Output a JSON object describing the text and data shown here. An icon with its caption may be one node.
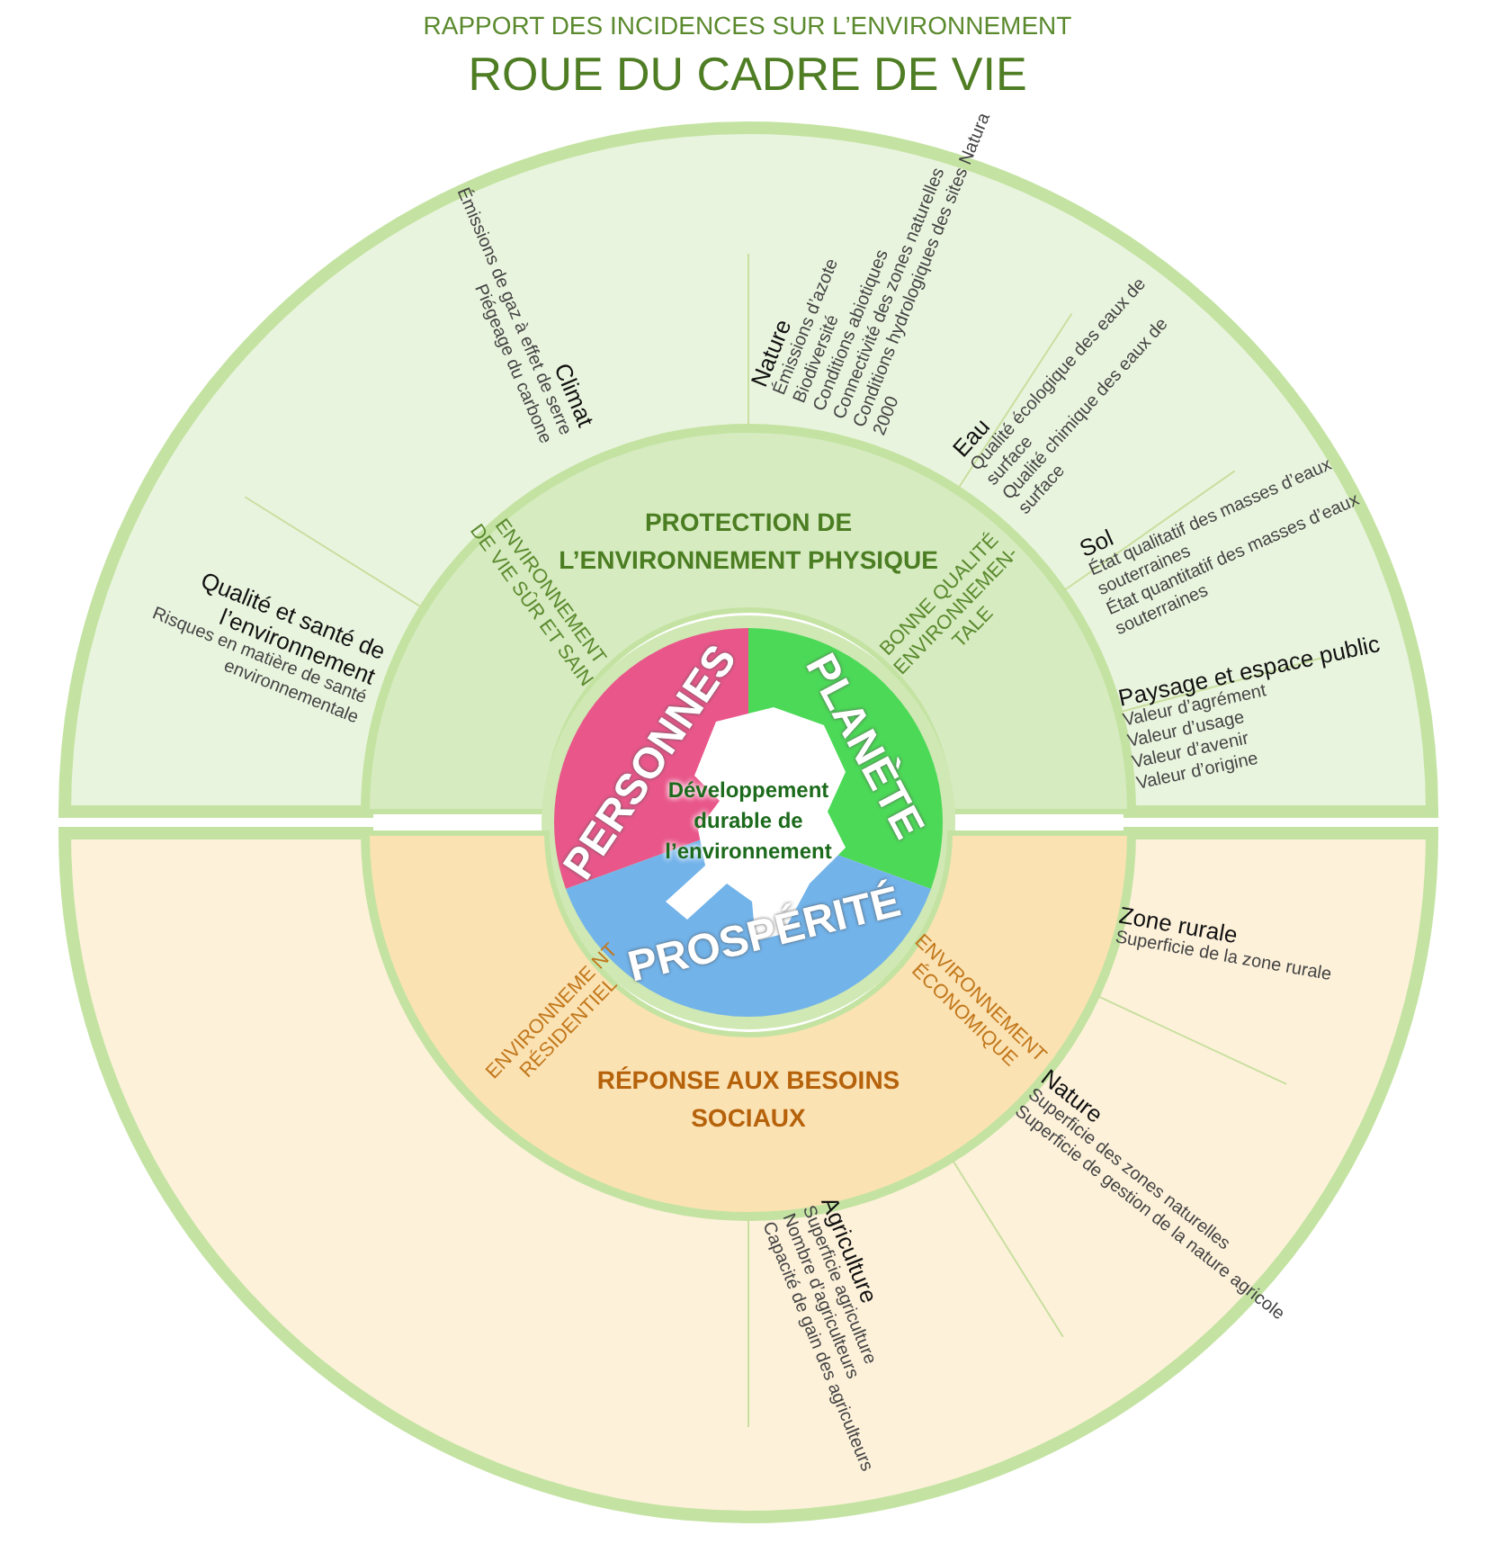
{
  "diagram": {
    "title": "ROUE DU CADRE DE VIE",
    "labels": [
      "RAPPORT DES INCIDENCES SUR L’ENVIRONNEMENT"
    ],
    "nodes": [
      {
        "text": [
          "Climat",
          "Émissions de gaz à effet de serre",
          "Piégeage du carbone"
        ]
      },
      {
        "text": [
          "Nature",
          "Émissions d’azote",
          "Biodiversité",
          "Conditions abiotiques",
          "Connectivité des zones naturelles",
          "Conditions hydrologiques des sites Natura 2000"
        ]
      },
      {
        "text": [
          "Eau",
          "Qualité écologique des eaux de surface",
          "Qualité chimique des eaux de surface"
        ]
      },
      {
        "text": [
          "Sol",
          "État qualitatif des masses d’eaux souterraines",
          "État quantitatif des masses d’eaux souterraines"
        ]
      },
      {
        "text": [
          "Qualité et santé de l’environnement",
          "Risques en matière de santé environnementale"
        ]
      },
      {
        "text": [
          "Paysage et espace public",
          "Valeur d’agrément",
          "Valeur d’usage",
          "Valeur d’avenir",
          "Valeur d’origine"
        ]
      },
      {
        "text": [
          "PROTECTION DE L’ENVIRONNEMENT PHYSIQUE",
          "ENVIRONNEMENT DE VIE SÛR ET SAIN",
          "BONNE QUALITÉ ENVIRONNEMEN-TALE"
        ]
      },
      {
        "text": [
          "PERSONNES",
          "PLANÈTE",
          "PROSPÉRITÉ",
          "Développement durable de l’environnement"
        ]
      },
      {
        "text": [
          "RÉPONSE AUX BESOINS SOCIAUX",
          "ENVIRONNEME NT RÉSIDENTIEL",
          "ENVIRONNEMENT ÉCONOMIQUE"
        ]
      },
      {
        "text": [
          "Zone rurale",
          "Superficie de la zone rurale"
        ]
      },
      {
        "text": [
          "Nature",
          "Superficie des zones naturelles",
          "Superficie de gestion de la nature agricole"
        ]
      },
      {
        "text": [
          "Agriculture",
          "Superficie agriculture",
          "Nombre d’agriculteurs",
          "Capacité de gain des agriculteurs"
        ]
      }
    ],
    "edges": []
  }
}
